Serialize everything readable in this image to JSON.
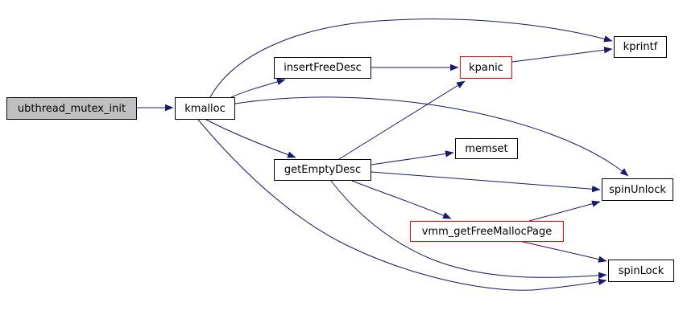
{
  "diagram": {
    "type": "call-graph",
    "colors": {
      "background": "#ffffff",
      "edge": "#191970",
      "node_border": "#000000",
      "highlight_border": "#ff0000",
      "root_fill": "#c0c0c0",
      "node_fill": "#ffffff",
      "text": "#000000"
    },
    "nodes": [
      {
        "id": "ubthread_mutex_init",
        "label": "ubthread_mutex_init",
        "role": "root"
      },
      {
        "id": "kmalloc",
        "label": "kmalloc"
      },
      {
        "id": "insertFreeDesc",
        "label": "insertFreeDesc"
      },
      {
        "id": "kpanic",
        "label": "kpanic",
        "highlighted": true
      },
      {
        "id": "kprintf",
        "label": "kprintf"
      },
      {
        "id": "memset",
        "label": "memset"
      },
      {
        "id": "getEmptyDesc",
        "label": "getEmptyDesc"
      },
      {
        "id": "spinUnlock",
        "label": "spinUnlock"
      },
      {
        "id": "vmm_getFreeMallocPage",
        "label": "vmm_getFreeMallocPage",
        "highlighted": true
      },
      {
        "id": "spinLock",
        "label": "spinLock"
      }
    ],
    "edges": [
      {
        "from": "ubthread_mutex_init",
        "to": "kmalloc"
      },
      {
        "from": "kmalloc",
        "to": "kprintf"
      },
      {
        "from": "kmalloc",
        "to": "insertFreeDesc"
      },
      {
        "from": "kmalloc",
        "to": "getEmptyDesc"
      },
      {
        "from": "kmalloc",
        "to": "spinUnlock"
      },
      {
        "from": "kmalloc",
        "to": "spinLock"
      },
      {
        "from": "insertFreeDesc",
        "to": "kpanic"
      },
      {
        "from": "kpanic",
        "to": "kprintf"
      },
      {
        "from": "getEmptyDesc",
        "to": "kpanic"
      },
      {
        "from": "getEmptyDesc",
        "to": "memset"
      },
      {
        "from": "getEmptyDesc",
        "to": "spinUnlock"
      },
      {
        "from": "getEmptyDesc",
        "to": "vmm_getFreeMallocPage"
      },
      {
        "from": "getEmptyDesc",
        "to": "spinLock"
      },
      {
        "from": "vmm_getFreeMallocPage",
        "to": "spinUnlock"
      },
      {
        "from": "vmm_getFreeMallocPage",
        "to": "spinLock"
      }
    ]
  }
}
